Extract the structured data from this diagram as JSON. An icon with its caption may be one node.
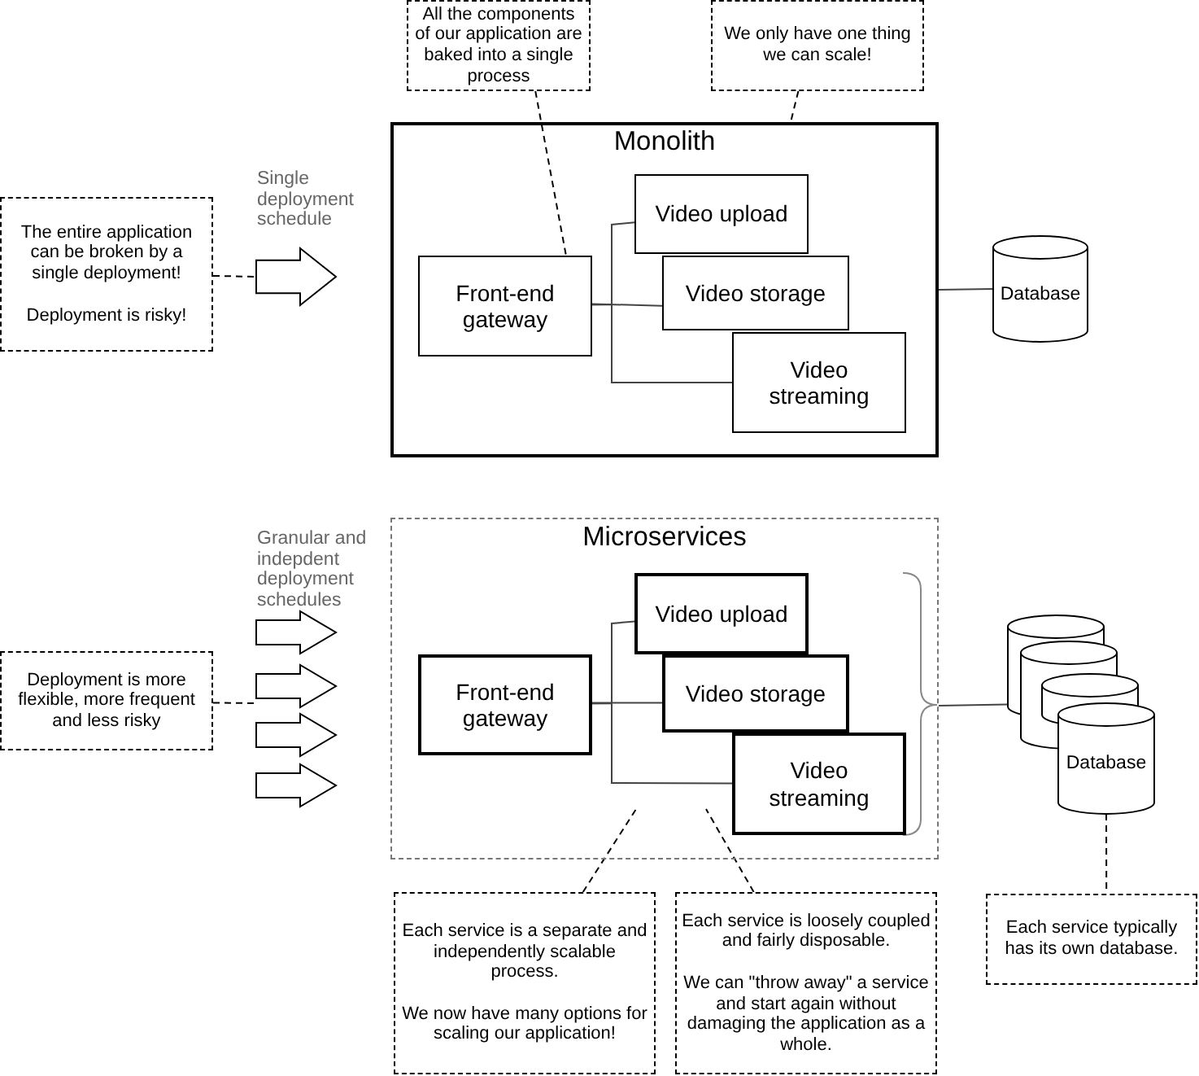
{
  "diagram": {
    "nodes": [
      {
        "text": [
          "All the components of our application are baked into a single process"
        ]
      },
      {
        "text": [
          "We only have one thing we can scale!"
        ]
      },
      {
        "text": [
          "Monolith"
        ]
      },
      {
        "text": [
          "Front-end gateway"
        ],
        "in": 2
      },
      {
        "text": [
          "Video upload"
        ],
        "in": 2
      },
      {
        "text": [
          "Video storage"
        ],
        "in": 2
      },
      {
        "text": [
          "Video streaming"
        ],
        "in": 2
      },
      {
        "text": [
          "Database"
        ]
      },
      {
        "text": [
          "The entire application can be broken by a single deployment!",
          "Deployment is risky!"
        ]
      },
      {
        "text": [],
        "shape": "arrow",
        "beside": [
          "Single deployment schedule"
        ]
      },
      {
        "text": [
          "Microservices"
        ]
      },
      {
        "text": [
          "Front-end gateway"
        ],
        "in": 10
      },
      {
        "text": [
          "Video upload"
        ],
        "in": 10
      },
      {
        "text": [
          "Video storage"
        ],
        "in": 10
      },
      {
        "text": [
          "Video streaming"
        ],
        "in": 10
      },
      {
        "text": [],
        "shape": "cylinder"
      },
      {
        "text": [],
        "shape": "cylinder"
      },
      {
        "text": [],
        "shape": "cylinder"
      },
      {
        "text": [
          "Database"
        ]
      },
      {
        "text": [
          "Deployment is more flexible, more frequent and less risky"
        ]
      },
      {
        "text": [],
        "shape": "arrow",
        "beside": [
          "Granular and indepdent deployment schedules"
        ]
      },
      {
        "text": [],
        "shape": "arrow"
      },
      {
        "text": [],
        "shape": "arrow"
      },
      {
        "text": [],
        "shape": "arrow"
      },
      {
        "text": [
          "Each service is a separate and independently scalable process.",
          "We now have many options for scaling our application!"
        ]
      },
      {
        "text": [
          "Each service is loosely coupled and fairly disposable.",
          "We can \"throw away\" a service and start again without damaging the application as a whole."
        ]
      },
      {
        "text": [
          "Each service typically has its own database."
        ]
      }
    ],
    "edges": [
      {
        "from": 0,
        "to": 3,
        "arrow": "none",
        "style": "dashed"
      },
      {
        "from": 1,
        "to": 2,
        "arrow": "none",
        "style": "dashed"
      },
      {
        "from": 3,
        "to": 4,
        "arrow": "none"
      },
      {
        "from": 3,
        "to": 5,
        "arrow": "none"
      },
      {
        "from": 3,
        "to": 6,
        "arrow": "none"
      },
      {
        "from": 2,
        "to": 7,
        "arrow": "none"
      },
      {
        "from": 8,
        "to": 9,
        "arrow": "none",
        "style": "dashed"
      },
      {
        "from": 11,
        "to": 12,
        "arrow": "none"
      },
      {
        "from": 11,
        "to": 13,
        "arrow": "none"
      },
      {
        "from": 11,
        "to": 14,
        "arrow": "none"
      },
      {
        "from": 10,
        "to": 15,
        "arrow": "none"
      },
      {
        "from": 19,
        "to": 21,
        "arrow": "none",
        "style": "dashed"
      },
      {
        "from": 24,
        "to": null,
        "arrow": "none",
        "style": "dashed"
      },
      {
        "from": 25,
        "to": null,
        "arrow": "none",
        "style": "dashed"
      },
      {
        "from": 18,
        "to": 26,
        "arrow": "none",
        "style": "dashed"
      }
    ]
  }
}
